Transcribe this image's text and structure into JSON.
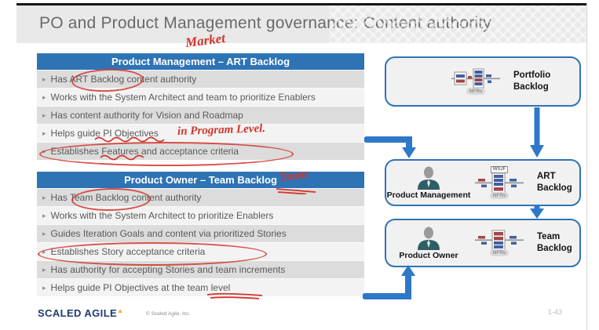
{
  "slide": {
    "title": "PO and Product Management governance: Content authority"
  },
  "glyphs": {
    "bullet": "▸",
    "logo_mark": "▲"
  },
  "sections": [
    {
      "header": "Product Management – ART Backlog",
      "items": [
        "Has ART Backlog content authority",
        "Works with the System Architect and team to prioritize Enablers",
        "Has content authority for Vision and Roadmap",
        "Helps guide PI Objectives",
        "Establishes Features and acceptance criteria"
      ]
    },
    {
      "header": "Product Owner – Team Backlog",
      "items": [
        "Has Team Backlog content authority",
        "Works with the System Architect to prioritize Enablers",
        "Guides Iteration Goals and content via prioritized Stories",
        "Establishes Story acceptance criteria",
        "Has authority for accepting Stories and team increments",
        "Helps guide PI Objectives at the team level"
      ]
    }
  ],
  "annotations": {
    "market": "Market",
    "program_level": "in Program Level.",
    "team": "Team"
  },
  "diagram": {
    "portfolio": {
      "label": "Portfolio Backlog",
      "nfrs": "NFRs"
    },
    "art": {
      "label": "ART Backlog",
      "role": "Product Management",
      "wsjf": "WSJF",
      "nfrs": "NFRs"
    },
    "team": {
      "label": "Team Backlog",
      "role": "Product Owner",
      "nfrs": "NFRs"
    }
  },
  "footer": {
    "logo": "SCALED AGILE",
    "copyright": "© Scaled Agile, Inc.",
    "page_number": "1-43"
  },
  "colors": {
    "header_blue": "#2E74B5",
    "arrow_blue": "#2E78C8",
    "annotation_red": "#D1342C",
    "row_gray": "#DCDCDC",
    "row_light": "#F3F3F3",
    "box_fill": "#F1F1F1",
    "logo_navy": "#1E3A6E",
    "person_teal": "#2E5F66",
    "bar_blue": "#44619F",
    "bar_red": "#A04848"
  }
}
